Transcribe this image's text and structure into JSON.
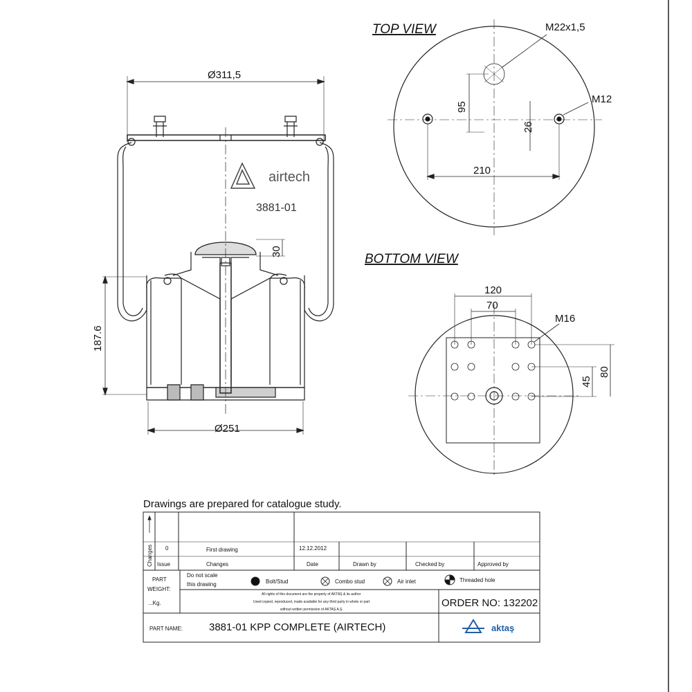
{
  "views": {
    "top_title": "TOP VIEW",
    "bottom_title": "BOTTOM VIEW"
  },
  "side_view": {
    "diameter_top": "Ø311,5",
    "diameter_bottom": "Ø251",
    "height": "187.6",
    "piston_height": "30",
    "brand": "airtech",
    "model": "3881-01"
  },
  "top_view": {
    "thread_center": "M22x1,5",
    "thread_side": "M12",
    "offset_95": "95",
    "offset_26": "26",
    "spacing": "210"
  },
  "bottom_view": {
    "width_120": "120",
    "width_70": "70",
    "thread": "M16",
    "height_45": "45",
    "height_80": "80"
  },
  "note": "Drawings are  prepared for  catalogue study.",
  "title_block": {
    "changes_label": "Changes",
    "issue_value": "0",
    "first_drawing": "First drawing",
    "date_value": "12.12.2012",
    "headers": {
      "issue": "Issue",
      "changes": "Changes",
      "date": "Date",
      "drawn_by": "Drawn by",
      "checked_by": "Checked by",
      "approved_by": "Approved by"
    },
    "part_weight_line1": "PART",
    "part_weight_line2": "WEIGHT:",
    "kg": "...Kg.",
    "do_not_scale_1": "Do not scale",
    "do_not_scale_2": "this drawing",
    "legend": {
      "bolt": "Bolt/Stud",
      "combo": "Combo stud",
      "air": "Air inlet",
      "threaded": "Threaded hole"
    },
    "rights_1": "All rights of this document are the property of AKTAŞ & its author",
    "rights_2": "Used copied, reproduced, made available for any third party in whole or part",
    "rights_3": "without written permission of AKTAŞ A.Ş.",
    "order_no": "ORDER NO: 132202",
    "part_name_label": "PART NAME:",
    "part_name": "3881-01 KPP  COMPLETE (AIRTECH)",
    "company": "aktaş",
    "accent_color": "#1f5fa8"
  }
}
